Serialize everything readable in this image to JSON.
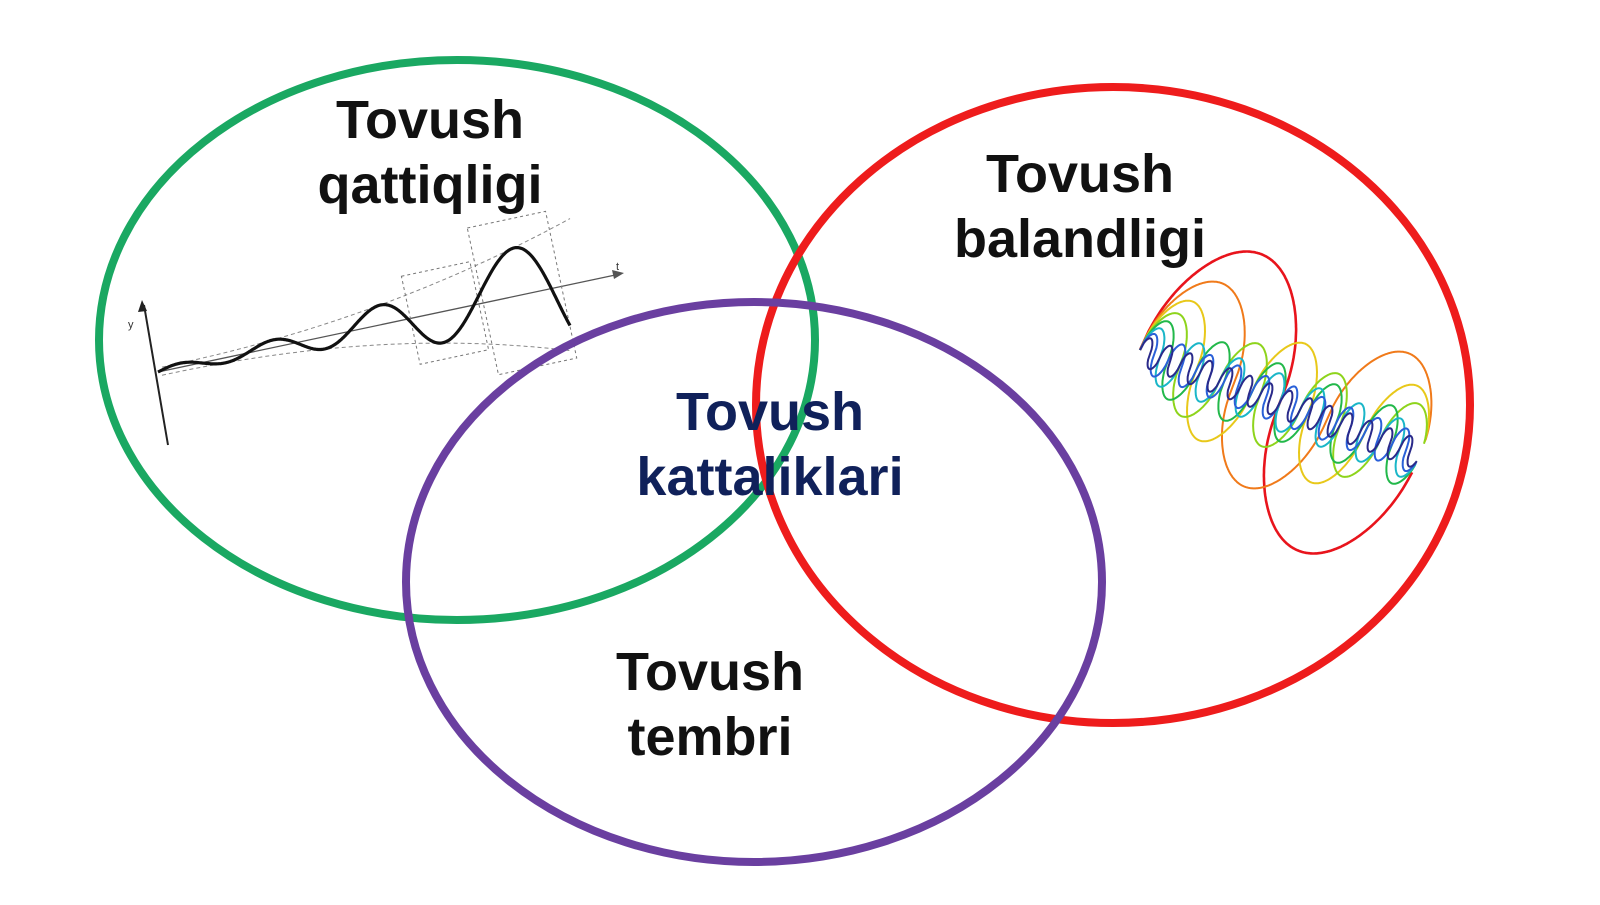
{
  "colors": {
    "loudness_circle": "#1aa862",
    "pitch_circle": "#ee1c1c",
    "timbre_circle": "#6a3fa0",
    "label_dark": "#111111",
    "center_label": "#10215a"
  },
  "labels": {
    "loudness": {
      "line1": "Tovush",
      "line2": "qattiqligi"
    },
    "pitch": {
      "line1": "Tovush",
      "line2": "balandligi"
    },
    "center": {
      "line1": "Tovush",
      "line2": "kattaliklari"
    },
    "timbre": {
      "line1": "Tovush",
      "line2": "tembri"
    }
  },
  "illustrations": {
    "loudness": "growing-amplitude-wave-icon",
    "pitch": "rainbow-frequency-waves-icon"
  }
}
